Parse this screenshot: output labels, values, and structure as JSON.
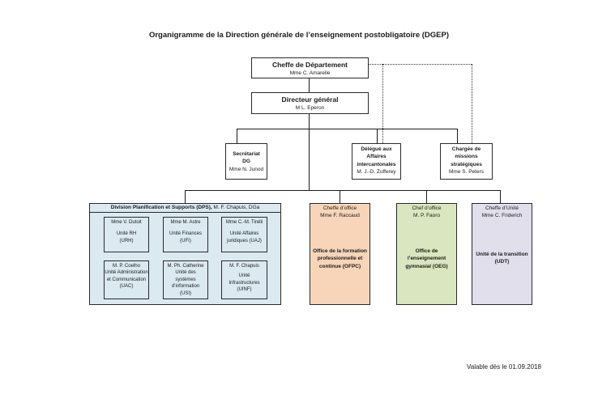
{
  "title": "Organigramme de la Direction générale de l’enseignement postobligatoire (DGEP)",
  "cheffe": {
    "role": "Cheffe de Département",
    "name": "Mme C. Amarelle"
  },
  "directeur": {
    "role": "Directeur général",
    "name": "M L. Eperon"
  },
  "staff": [
    {
      "lines": [
        "Secrétariat",
        "DG"
      ],
      "name": "Mme N. Junod"
    },
    {
      "lines": [
        "Délégué aux",
        "Affaires",
        "intercantonales"
      ],
      "name": "M. J.-D. Zufferey"
    },
    {
      "lines": [
        "Chargée de",
        "missions",
        "stratégiques"
      ],
      "name": "Mme S. Peters"
    }
  ],
  "dps": {
    "title": "Division Planification et Supports (DPS),",
    "head": " M. F. Chapuis, DGa",
    "units": [
      {
        "name": "Mme V. Dutoit",
        "label": "Unité RH",
        "code": "(URH)"
      },
      {
        "name": "Mme M. Astre",
        "label": "Unité Finances",
        "code": "(UFI)"
      },
      {
        "name": "Mme C.-M. Tirelli",
        "label": "Unité Affaires juridiques (UAJ)",
        "code": ""
      },
      {
        "name": "M. P. Coelho",
        "label": "Unité Administration et Communication",
        "code": "(UAC)"
      },
      {
        "name": "M. Ph. Catherine",
        "label": "Unité des systèmes d’information",
        "code": "(USI)"
      },
      {
        "name": "M. F. Chapuis",
        "label": "Unité Infrastructures",
        "code": "(UINF)"
      }
    ]
  },
  "offices": [
    {
      "role": "Cheffe d’office",
      "name": "Mme F. Raccaud",
      "label": "Office de la formation professionnelle et continue (OFPC)",
      "color": "#f8d5b9"
    },
    {
      "role": "Chef d’office",
      "name": "M. P. Faoro",
      "label": "Office de l’enseignement gymnasial (OEG)",
      "color": "#d9e6bf"
    },
    {
      "role": "Cheffe d’Unité",
      "name": "Mme C. Friderich",
      "label": "Unité de la transition (UDT)",
      "color": "#e2dfec"
    }
  ],
  "footer": "Valable dès le 01.09.2018"
}
